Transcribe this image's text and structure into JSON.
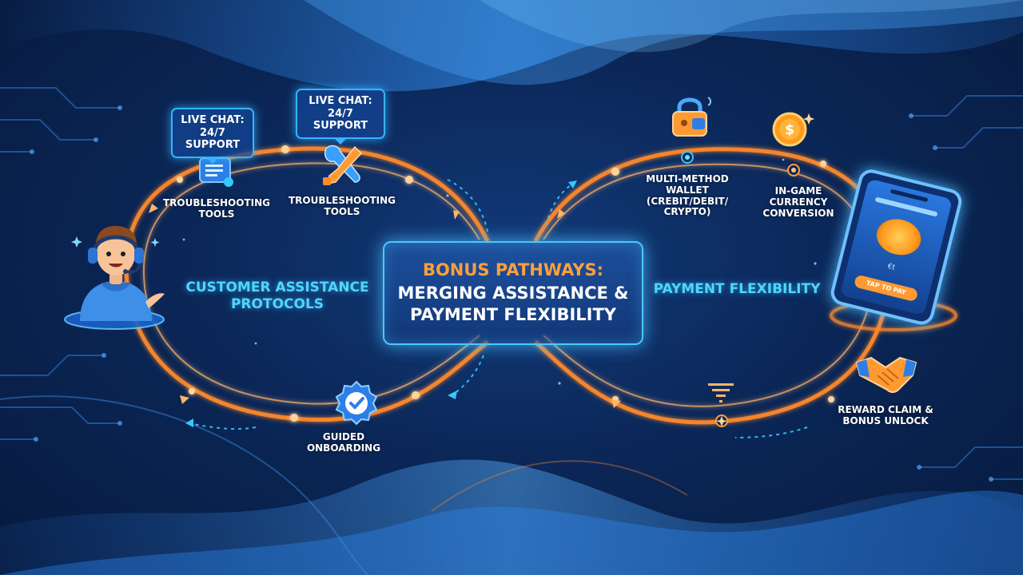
{
  "center": {
    "title_line1": "BONUS PATHWAYS:",
    "title_line2": "MERGING ASSISTANCE & PAYMENT FLEXIBILITY"
  },
  "left_loop": {
    "title": "CUSTOMER ASSISTANCE PROTOCOLS",
    "bubble_1": "LIVE CHAT: 24/7 SUPPORT",
    "bubble_2": "LIVE CHAT: 24/7 SUPPORT",
    "node_1_label": "TROUBLESHOOTING TOOLS",
    "node_2_label": "TROUBLESHOOTING TOOLS",
    "node_3_label": "GUIDED ONBOARDING"
  },
  "right_loop": {
    "title": "PAYMENT FLEXIBILITY",
    "node_1_label": "MULTI-METHOD WALLET (CREBIT/DEBIT/ CRYPTO)",
    "node_2_label": "IN-GAME CURRENCY CONVERSION",
    "node_3_label": "REWARD CLAIM & BONUS UNLOCK",
    "phone_button": "TAP TO PAY",
    "phone_screen_text": "€t"
  },
  "icons": [
    "headset-agent-icon",
    "chat-window-icon",
    "wrench-screwdriver-icon",
    "verified-badge-icon",
    "padlock-icon",
    "coin-icon",
    "smartphone-icon",
    "handshake-icon",
    "signal-icon"
  ],
  "colors": {
    "path_glow": "#ff8a2a",
    "accent_cyan": "#4fd6ff",
    "accent_orange": "#ff9f3a",
    "background": "#0b2758"
  }
}
